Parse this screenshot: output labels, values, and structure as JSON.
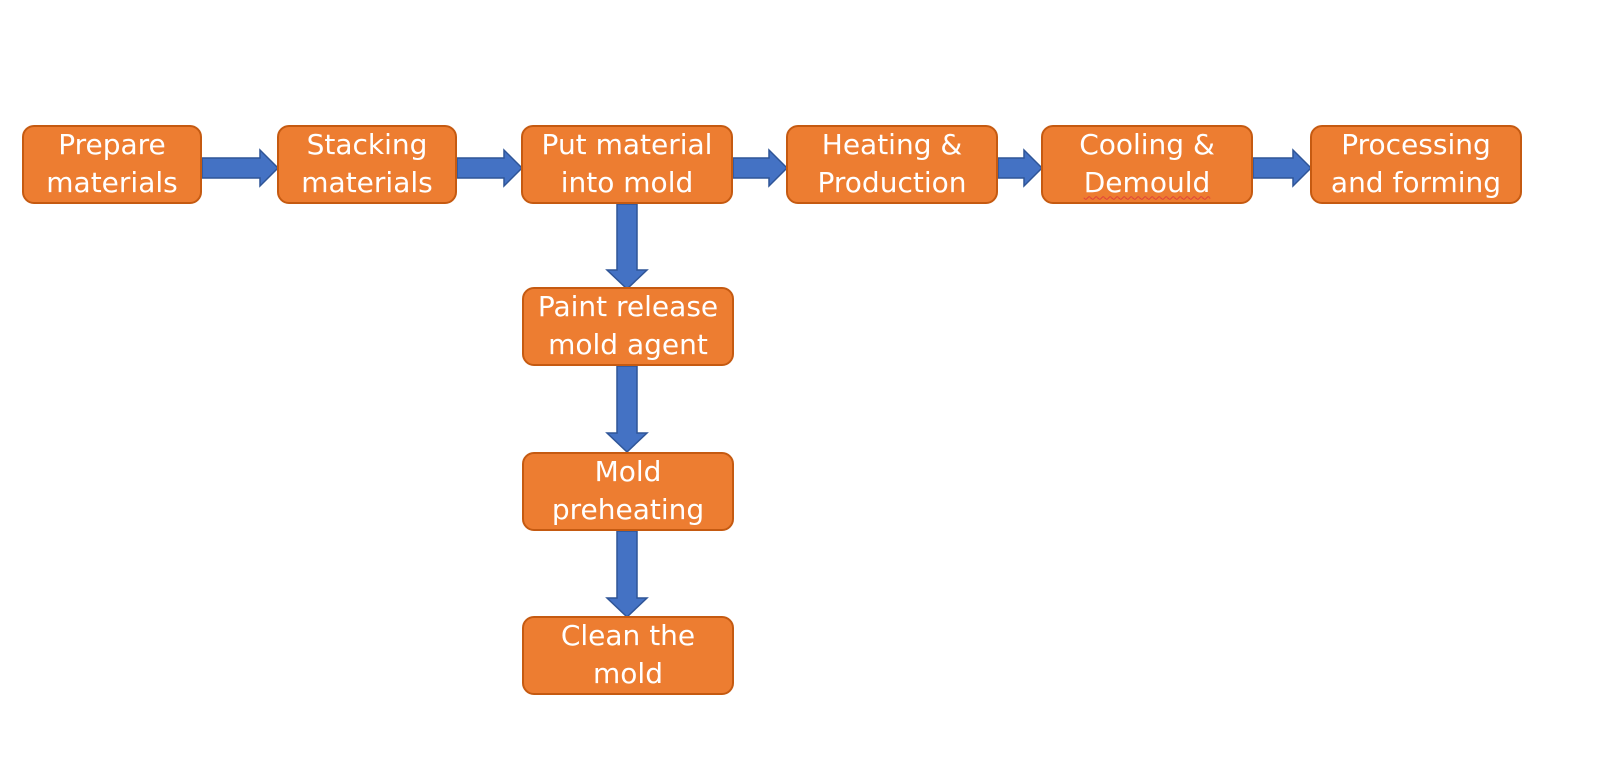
{
  "colors": {
    "box_fill": "#ed7d31",
    "box_border": "#c55a11",
    "box_text": "#ffffff",
    "arrow_fill": "#4472c4",
    "arrow_stroke": "#2f5597"
  },
  "steps": {
    "prepare_materials": {
      "line1": "Prepare",
      "line2": "materials"
    },
    "stacking_materials": {
      "line1": "Stacking",
      "line2": "materials"
    },
    "put_material_into_mold": {
      "line1": "Put material",
      "line2": "into mold"
    },
    "heating_production": {
      "line1": "Heating &",
      "line2": "Production"
    },
    "cooling_demould": {
      "line1": "Cooling &",
      "line2": "Demould"
    },
    "processing_forming": {
      "line1": "Processing",
      "line2": "and forming"
    },
    "paint_release_agent": {
      "line1": "Paint release",
      "line2": "mold agent"
    },
    "mold_preheating": {
      "line1": "Mold",
      "line2": "preheating"
    },
    "clean_mold": {
      "line1": "Clean the",
      "line2": "mold"
    }
  },
  "connections": [
    {
      "from": "prepare_materials",
      "to": "stacking_materials",
      "direction": "right"
    },
    {
      "from": "stacking_materials",
      "to": "put_material_into_mold",
      "direction": "right"
    },
    {
      "from": "put_material_into_mold",
      "to": "heating_production",
      "direction": "right"
    },
    {
      "from": "heating_production",
      "to": "cooling_demould",
      "direction": "right"
    },
    {
      "from": "cooling_demould",
      "to": "processing_forming",
      "direction": "right"
    },
    {
      "from": "put_material_into_mold",
      "to": "paint_release_agent",
      "direction": "down"
    },
    {
      "from": "paint_release_agent",
      "to": "mold_preheating",
      "direction": "down"
    },
    {
      "from": "mold_preheating",
      "to": "clean_mold",
      "direction": "down"
    }
  ]
}
